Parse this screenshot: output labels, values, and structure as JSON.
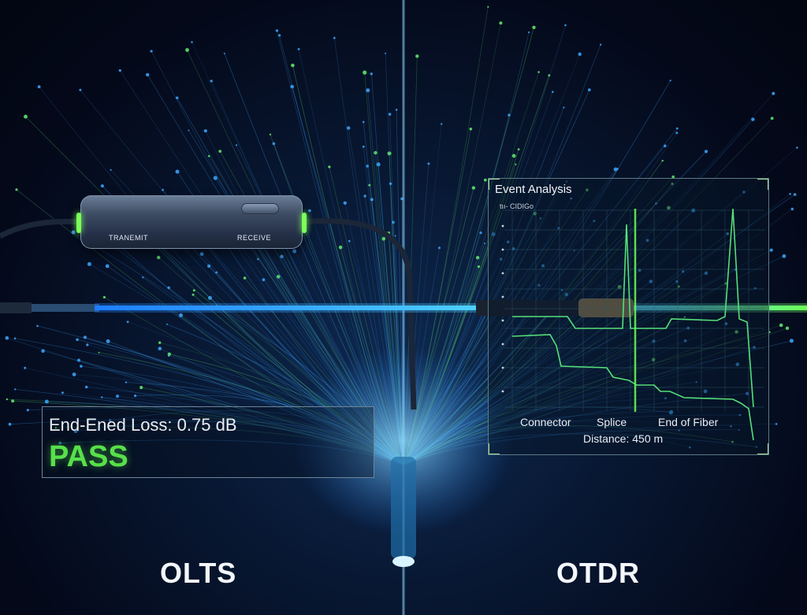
{
  "device": {
    "transmit_label": "TRANEMIT",
    "receive_label": "RECEIVE"
  },
  "olts_result": {
    "loss_text": "End-Ened Loss: 0.75 dB",
    "status_text": "PASS",
    "status_color": "#58e04a"
  },
  "otdr_panel": {
    "title": "Event Analysis",
    "subtitle": "tıı- CIDIGo",
    "events": [
      "Connector",
      "Splice",
      "End of Fiber"
    ],
    "distance_text": "Distance: 450 m"
  },
  "labels": {
    "left": "OLTS",
    "right": "OTDR"
  },
  "colors": {
    "blue_beam": "#3fb6ff",
    "green_beam": "#6cff55",
    "trace": "#55e07a"
  }
}
